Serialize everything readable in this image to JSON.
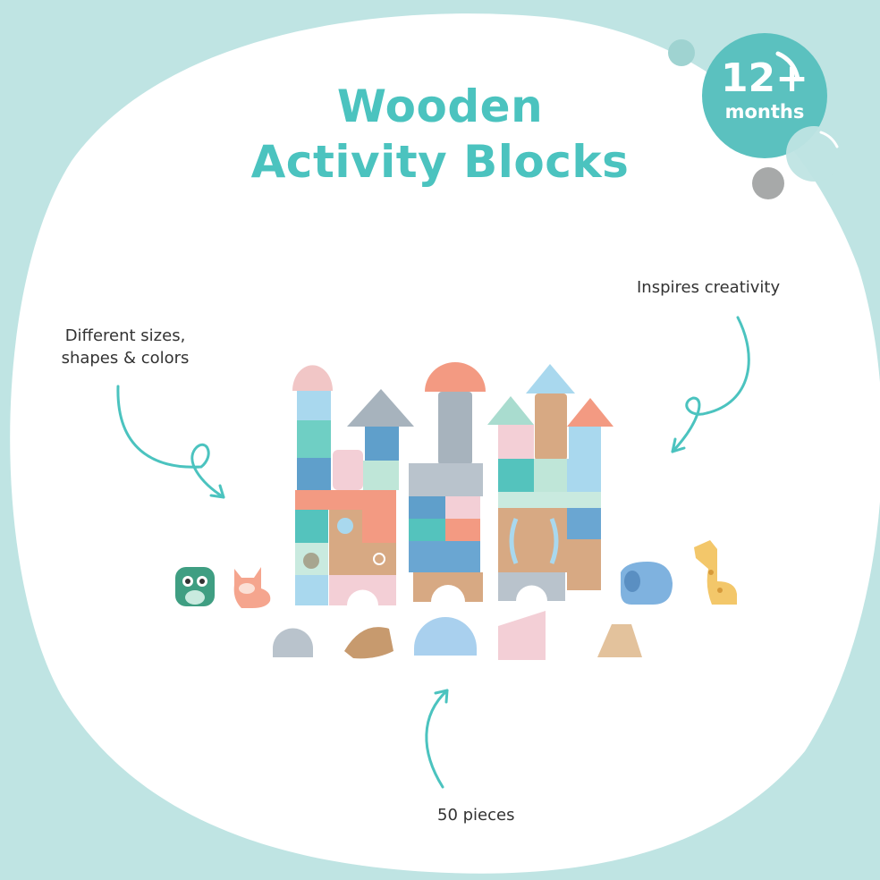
{
  "title": {
    "line1": "Wooden",
    "line2": "Activity Blocks"
  },
  "age_badge": {
    "number": "12+",
    "unit": "months"
  },
  "callouts": {
    "left_line1": "Different sizes,",
    "left_line2": "shapes & colors",
    "right": "Inspires creativity",
    "bottom": "50 pieces"
  },
  "colors": {
    "background": "#bfe4e3",
    "accent_teal": "#4bc3bf",
    "badge": "#5bc1bf"
  }
}
